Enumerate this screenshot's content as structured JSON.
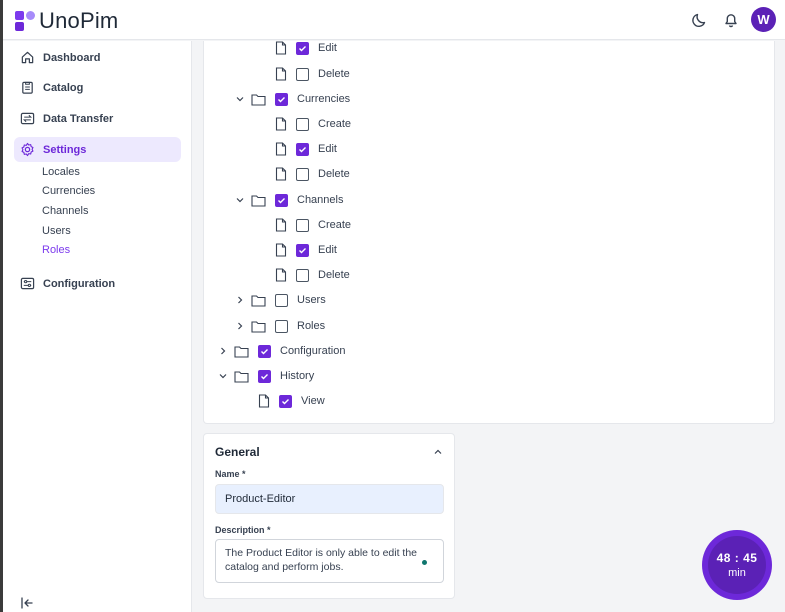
{
  "app": {
    "name": "UnoPim"
  },
  "header": {
    "avatar_letter": "W",
    "icons": [
      "moon-icon",
      "bell-icon"
    ]
  },
  "sidebar": {
    "items": [
      {
        "label": "Dashboard",
        "icon": "home-icon",
        "active": false
      },
      {
        "label": "Catalog",
        "icon": "clipboard-icon",
        "active": false
      },
      {
        "label": "Data Transfer",
        "icon": "transfer-icon",
        "active": false
      },
      {
        "label": "Settings",
        "icon": "gear-icon",
        "active": true
      },
      {
        "label": "Configuration",
        "icon": "sliders-icon",
        "active": false
      }
    ],
    "settings_subitems": [
      "Locales",
      "Currencies",
      "Channels",
      "Users",
      "Roles"
    ],
    "active_subitem": "Roles"
  },
  "tree": [
    {
      "label": "Edit",
      "type": "file",
      "checked": true
    },
    {
      "label": "Delete",
      "type": "file",
      "checked": false
    },
    {
      "label": "Currencies",
      "type": "folder",
      "checked": true,
      "expanded": true
    },
    {
      "label": "Create",
      "type": "file",
      "checked": false
    },
    {
      "label": "Edit",
      "type": "file",
      "checked": true
    },
    {
      "label": "Delete",
      "type": "file",
      "checked": false
    },
    {
      "label": "Channels",
      "type": "folder",
      "checked": true,
      "expanded": true
    },
    {
      "label": "Create",
      "type": "file",
      "checked": false
    },
    {
      "label": "Edit",
      "type": "file",
      "checked": true
    },
    {
      "label": "Delete",
      "type": "file",
      "checked": false
    },
    {
      "label": "Users",
      "type": "folder",
      "checked": false,
      "expanded": false
    },
    {
      "label": "Roles",
      "type": "folder",
      "checked": false,
      "expanded": false
    },
    {
      "label": "Configuration",
      "type": "folder",
      "checked": true,
      "expanded": false
    },
    {
      "label": "History",
      "type": "folder",
      "checked": true,
      "expanded": true
    },
    {
      "label": "View",
      "type": "file",
      "checked": true
    }
  ],
  "general": {
    "title": "General",
    "name_label": "Name *",
    "name_value": "Product-Editor",
    "description_label": "Description *",
    "description_value": "The Product Editor is only able to edit the catalog and perform jobs."
  },
  "timer": {
    "time": "48 : 45",
    "unit": "min"
  },
  "colors": {
    "accent": "#6d28d9",
    "active_bg": "#ede9fe"
  }
}
